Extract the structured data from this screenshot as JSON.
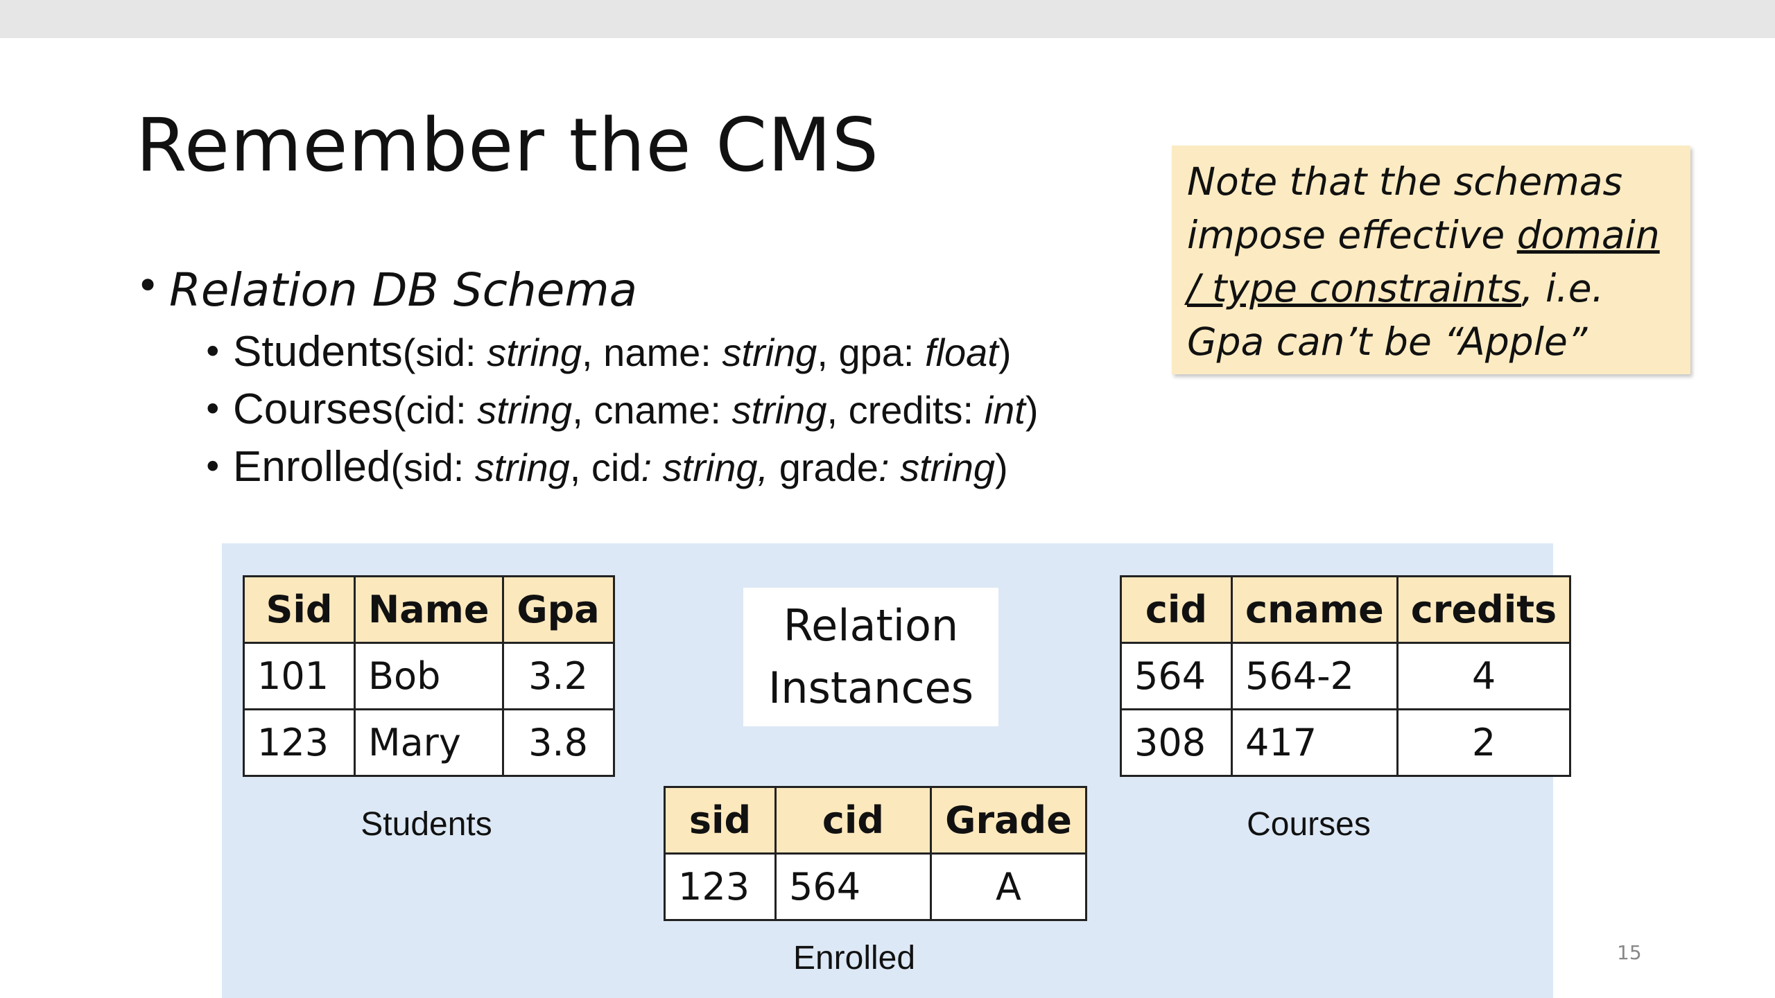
{
  "slide": {
    "title": "Remember the CMS",
    "page_number": "15"
  },
  "schema": {
    "heading": "Relation DB Schema",
    "relations": [
      {
        "name": "Students",
        "attrs": [
          {
            "name": "sid",
            "type": "string"
          },
          {
            "name": "name",
            "type": "string"
          },
          {
            "name": "gpa",
            "type": "float"
          }
        ]
      },
      {
        "name": "Courses",
        "attrs": [
          {
            "name": "cid",
            "type": "string"
          },
          {
            "name": "cname",
            "type": "string"
          },
          {
            "name": "credits",
            "type": "int"
          }
        ]
      },
      {
        "name": "Enrolled",
        "attrs": [
          {
            "name": "sid",
            "type": "string"
          },
          {
            "name": "cid",
            "type": "string"
          },
          {
            "name": "grade",
            "type": "string"
          }
        ]
      }
    ]
  },
  "note": {
    "part1": "Note that the schemas impose effective ",
    "underlined": "domain / type constraints",
    "part2": ", i.e. Gpa can’t be “Apple”"
  },
  "instances": {
    "label_line1": "Relation",
    "label_line2": "Instances",
    "students": {
      "caption": "Students",
      "headers": [
        "Sid",
        "Name",
        "Gpa"
      ],
      "rows": [
        [
          "101",
          "Bob",
          "3.2"
        ],
        [
          "123",
          "Mary",
          "3.8"
        ]
      ]
    },
    "courses": {
      "caption": "Courses",
      "headers": [
        "cid",
        "cname",
        "credits"
      ],
      "rows": [
        [
          "564",
          "564-2",
          "4"
        ],
        [
          "308",
          "417",
          "2"
        ]
      ]
    },
    "enrolled": {
      "caption": "Enrolled",
      "headers": [
        "sid",
        "cid",
        "Grade"
      ],
      "rows": [
        [
          "123",
          "564",
          "A"
        ]
      ]
    }
  }
}
